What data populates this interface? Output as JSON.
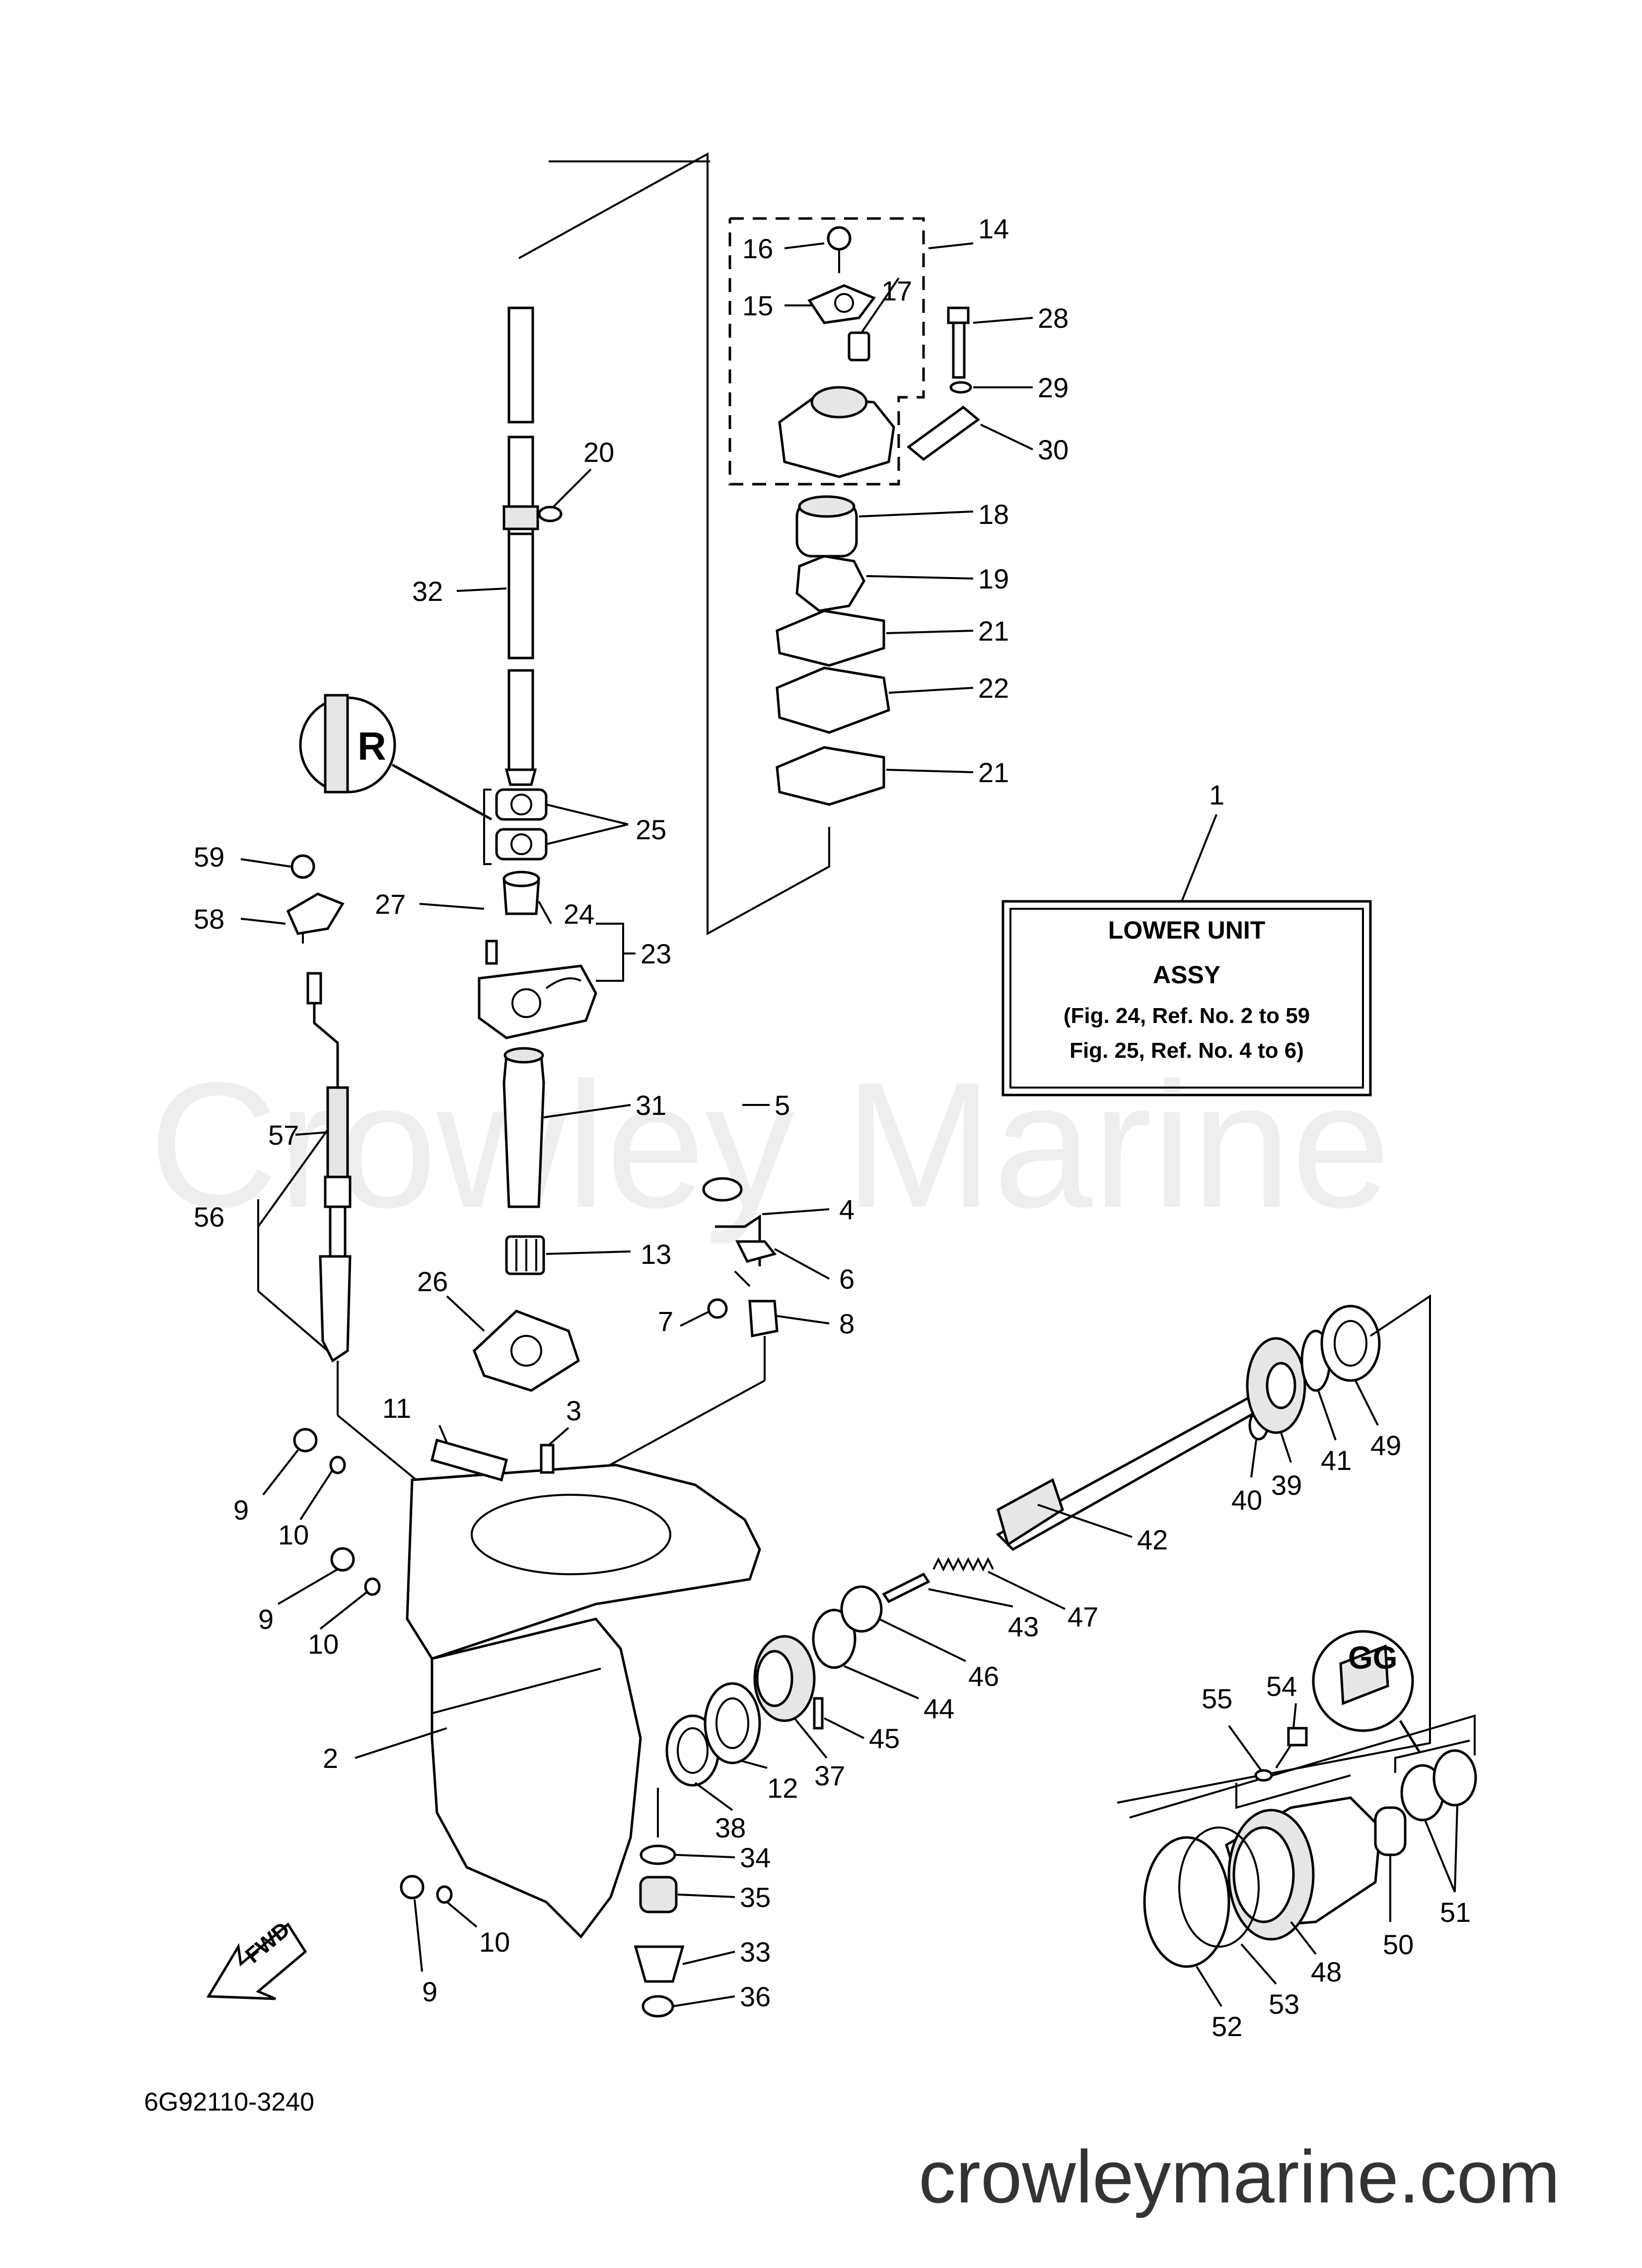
{
  "watermark": "Crowley Marine",
  "website": "crowleymarine.com",
  "diagram_code": "6G92110-3240",
  "fwd_label": "FWD",
  "detail_labels": {
    "upper_detail": "R",
    "lower_detail": "GG"
  },
  "assy_box": {
    "ref": "1",
    "line1": "LOWER UNIT",
    "line2": "ASSY",
    "line3": "(Fig. 24, Ref. No. 2 to 59",
    "line4": "Fig. 25, Ref. No. 4 to 6)"
  },
  "callouts": {
    "c2": "2",
    "c3": "3",
    "c4": "4",
    "c5": "5",
    "c6": "6",
    "c7": "7",
    "c8": "8",
    "c9a": "9",
    "c9b": "9",
    "c9c": "9",
    "c10a": "10",
    "c10b": "10",
    "c10c": "10",
    "c11": "11",
    "c12": "12",
    "c13": "13",
    "c14": "14",
    "c15": "15",
    "c16": "16",
    "c17": "17",
    "c18": "18",
    "c19": "19",
    "c20": "20",
    "c21a": "21",
    "c21b": "21",
    "c22": "22",
    "c23": "23",
    "c24": "24",
    "c25": "25",
    "c26": "26",
    "c27": "27",
    "c28": "28",
    "c29": "29",
    "c30": "30",
    "c31": "31",
    "c32": "32",
    "c33": "33",
    "c34": "34",
    "c35": "35",
    "c36": "36",
    "c37": "37",
    "c38": "38",
    "c39": "39",
    "c40": "40",
    "c41": "41",
    "c42": "42",
    "c43": "43",
    "c44": "44",
    "c45": "45",
    "c46": "46",
    "c47": "47",
    "c48": "48",
    "c49": "49",
    "c50": "50",
    "c51": "51",
    "c52": "52",
    "c53": "53",
    "c54": "54",
    "c55": "55",
    "c56": "56",
    "c57": "57",
    "c58": "58",
    "c59": "59"
  }
}
